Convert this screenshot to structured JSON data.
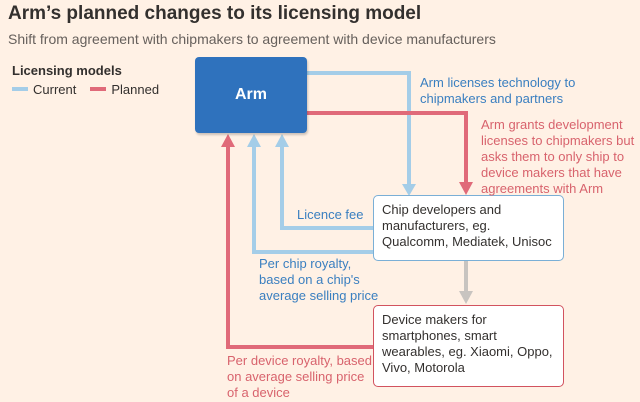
{
  "title": "Arm’s planned changes to its licensing model",
  "subtitle": "Shift from agreement with chipmakers to agreement with device manufacturers",
  "legend": {
    "title": "Licensing models",
    "current": "Current",
    "planned": "Planned"
  },
  "colors": {
    "current": "#a4cde8",
    "planned": "#e06a79",
    "neutral": "#c8c4c0",
    "arm_box": "#2f72bd",
    "background": "#fff1e5"
  },
  "nodes": {
    "arm": "Arm",
    "chip": [
      "Chip developers and",
      "manufacturers, eg.",
      "Qualcomm, Mediatek, Unisoc"
    ],
    "device": [
      "Device makers for",
      "smartphones, smart",
      "wearables, eg. Xiaomi, Oppo,",
      "Vivo, Motorola"
    ]
  },
  "labels": {
    "arm_licenses": [
      "Arm licenses technology to",
      "chipmakers and partners"
    ],
    "arm_grants": [
      "Arm grants development",
      "licenses to chipmakers but",
      "asks them to only ship to",
      "device makers that have",
      "agreements with Arm"
    ],
    "licence_fee": "Licence fee",
    "per_chip": [
      "Per chip royalty,",
      "based on a chip's",
      "average selling price"
    ],
    "per_device": [
      "Per device royalty, based",
      "on average selling price",
      "of a device"
    ]
  }
}
